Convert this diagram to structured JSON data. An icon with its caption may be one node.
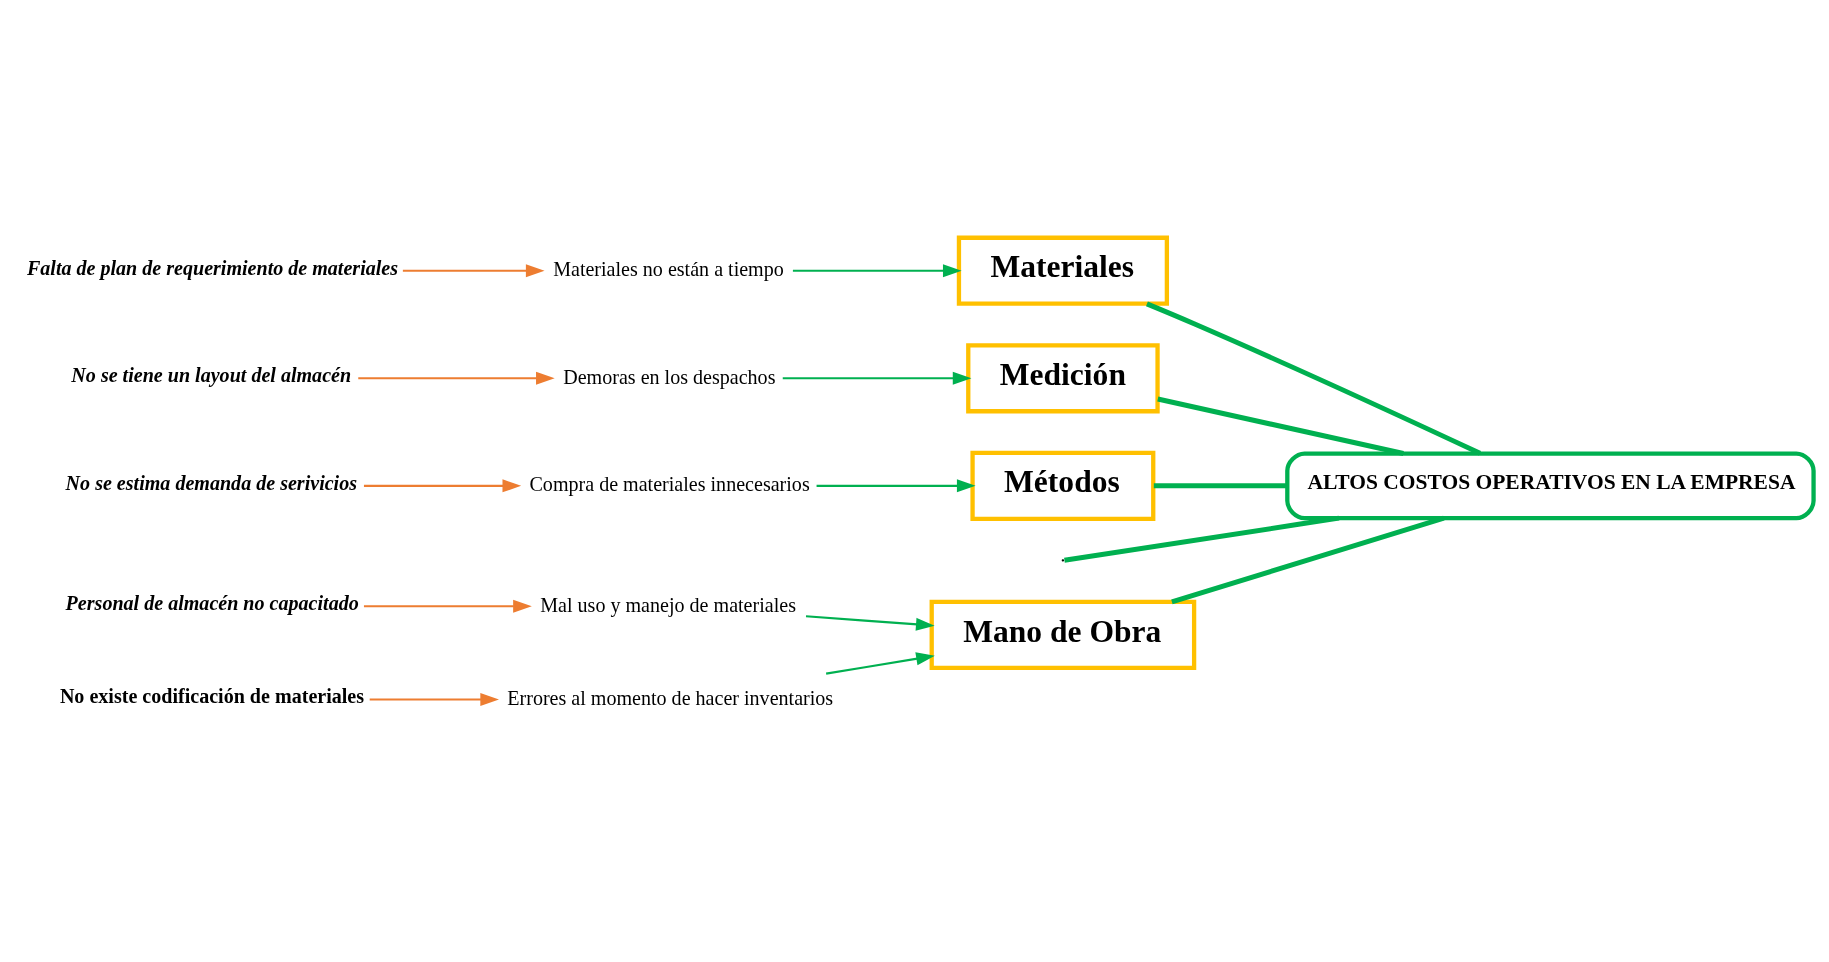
{
  "diagram": {
    "nodes": [
      {
        "text": [
          "Mano de Obra"
        ]
      },
      {
        "text": [
          "Materiales"
        ]
      },
      {
        "text": [
          "Medición"
        ]
      },
      {
        "text": [
          "Métodos"
        ]
      },
      {
        "text": [
          "ALTOS COSTOS OPERATIVOS EN LA EMPRESA"
        ]
      },
      {
        "text": [
          "Personal de almacén no capacitado"
        ]
      },
      {
        "text": [
          "No existe codificación de materiales"
        ]
      },
      {
        "text": [
          "Mal uso y manejo de materiales"
        ]
      },
      {
        "text": [
          "Errores al momento de hacer inventarios"
        ]
      },
      {
        "text": [
          "Falta de plan de requerimiento de materiales"
        ]
      },
      {
        "text": [
          "Materiales no están a tiempo"
        ]
      },
      {
        "text": [
          "Demoras en los despachos"
        ]
      },
      {
        "text": [
          "No se tiene un layout del almacén"
        ]
      },
      {
        "text": [
          "No se estima demanda de serivicios"
        ]
      },
      {
        "text": [
          "Compra de materiales innecesarios"
        ]
      }
    ],
    "edges": [
      {
        "from": null,
        "to": 4,
        "arrow": "none",
        "style": "thick"
      },
      {
        "from": 0,
        "to": 4,
        "arrow": "none",
        "style": "thick"
      },
      {
        "from": 1,
        "to": 4,
        "arrow": "none",
        "style": "thick"
      },
      {
        "from": 2,
        "to": 4,
        "arrow": "none",
        "style": "thick"
      },
      {
        "from": 3,
        "to": 4,
        "arrow": "none",
        "style": "thick"
      },
      {
        "from": 7,
        "to": 0,
        "arrow": "to"
      },
      {
        "from": 8,
        "to": 0,
        "arrow": "to"
      },
      {
        "from": 5,
        "to": 7,
        "arrow": "to",
        "color": "#ed7d31"
      },
      {
        "from": 6,
        "to": 8,
        "arrow": "to",
        "color": "#ed7d31"
      },
      {
        "from": 10,
        "to": 1,
        "arrow": "to"
      },
      {
        "from": 9,
        "to": 10,
        "arrow": "to",
        "color": "#ed7d31"
      },
      {
        "from": 11,
        "to": 2,
        "arrow": "to"
      },
      {
        "from": 12,
        "to": 11,
        "arrow": "to",
        "color": "#ed7d31"
      },
      {
        "from": 14,
        "to": 3,
        "arrow": "to"
      },
      {
        "from": 13,
        "to": 14,
        "arrow": "to",
        "color": "#ed7d31"
      }
    ]
  }
}
